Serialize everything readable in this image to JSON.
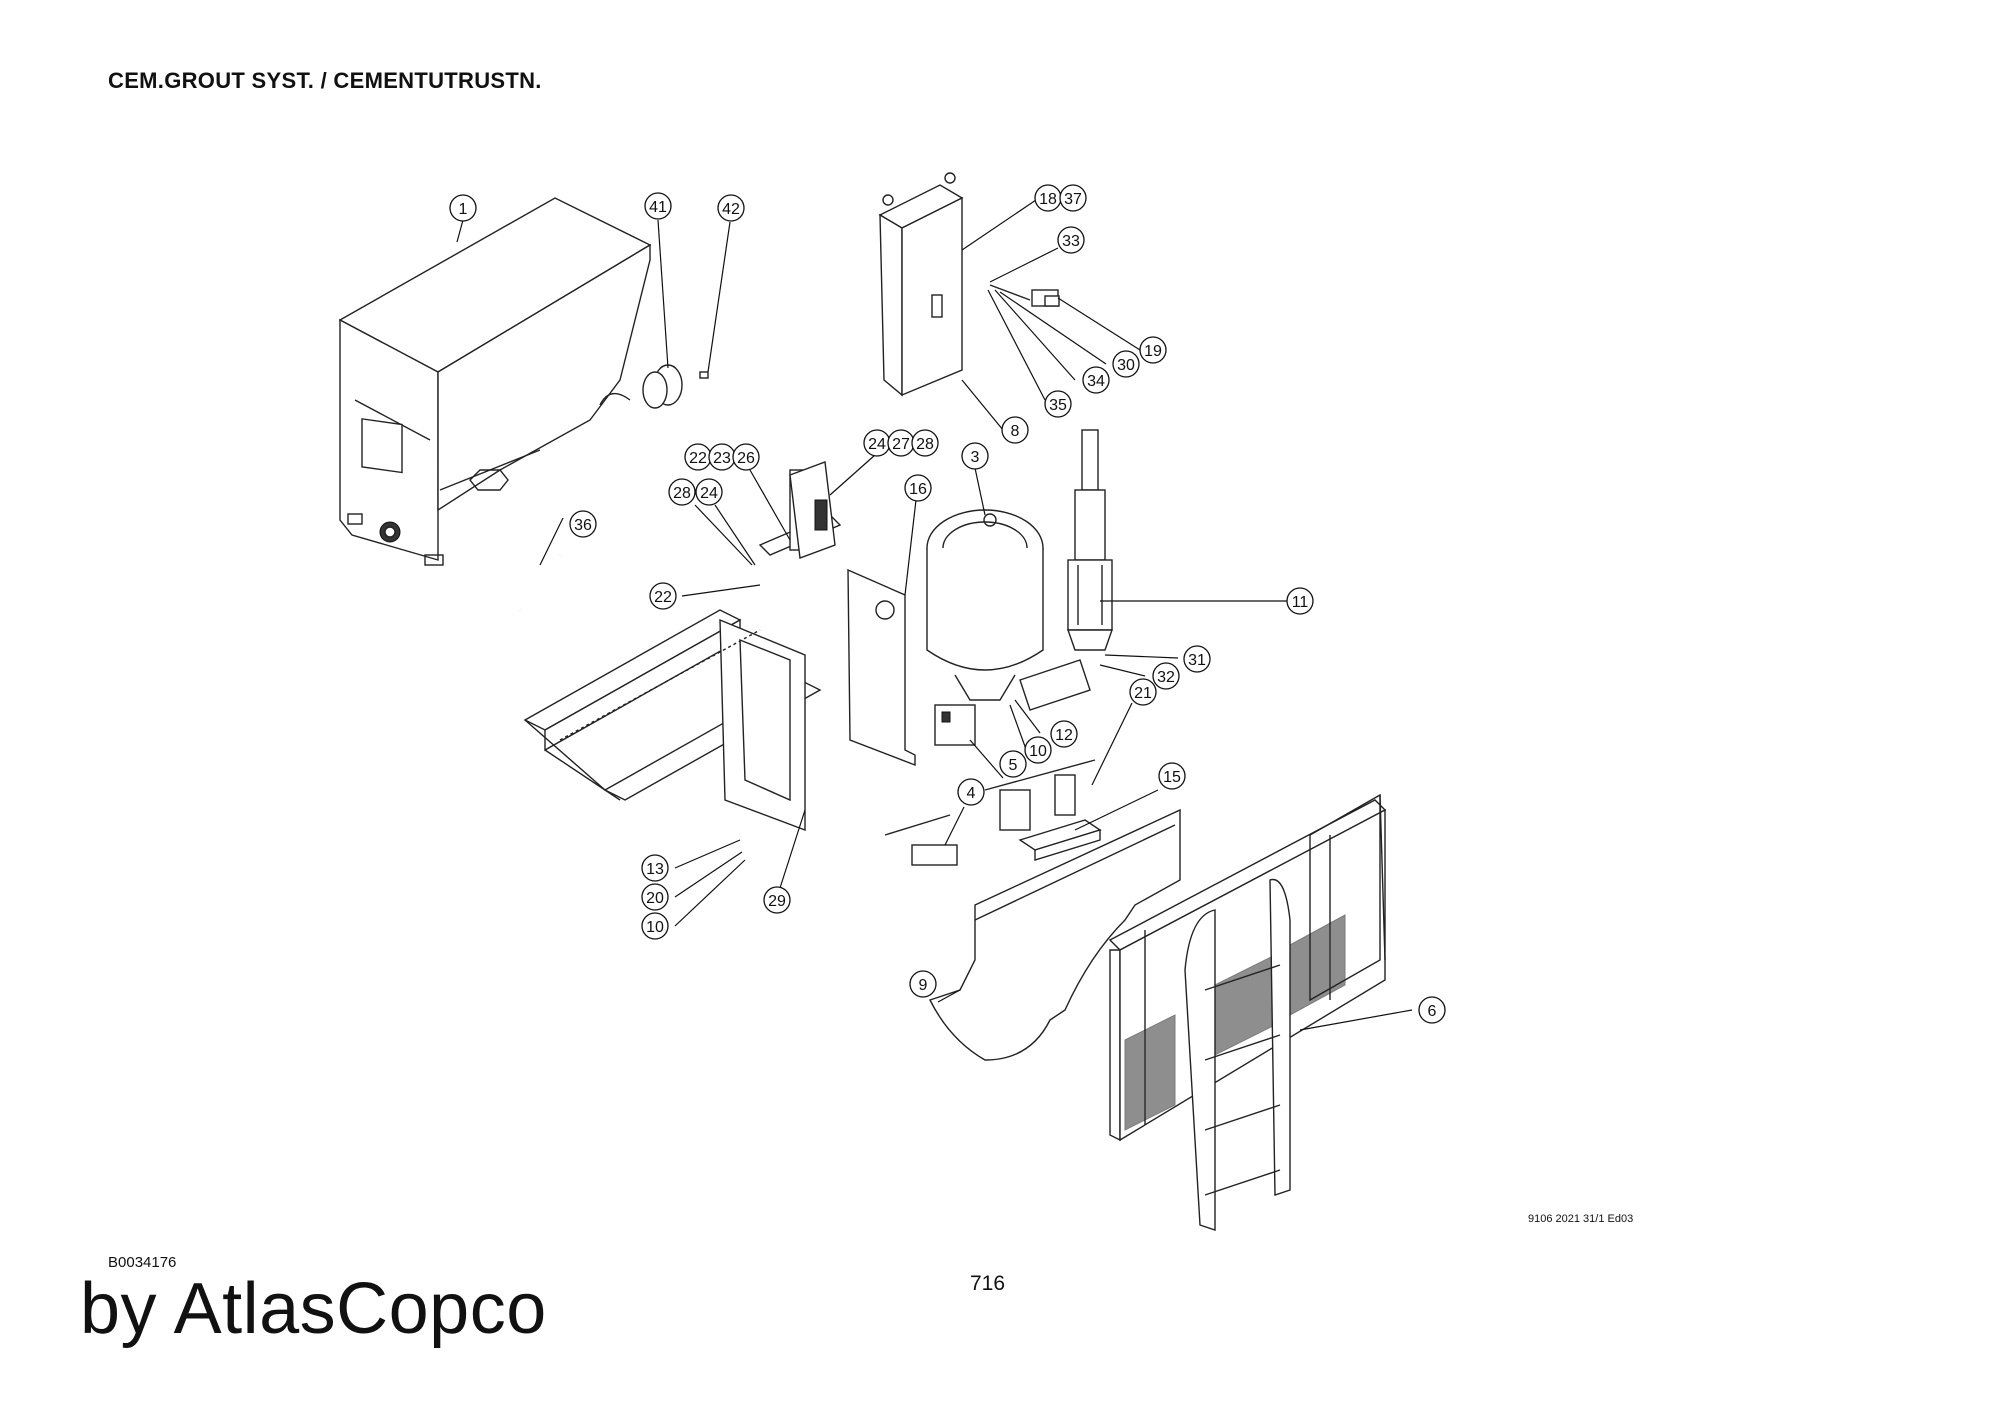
{
  "header": {
    "title": "CEM.GROUT SYST. / CEMENTUTRUSTN."
  },
  "footer": {
    "doc_code": "9106 2021 31/1 Ed03",
    "drawing_number": "B0034176",
    "page_number": "716",
    "brand": "by AtlasCopco"
  },
  "callouts": [
    {
      "label": "1"
    },
    {
      "label": "41"
    },
    {
      "label": "42"
    },
    {
      "label": "18"
    },
    {
      "label": "37"
    },
    {
      "label": "33"
    },
    {
      "label": "19"
    },
    {
      "label": "30"
    },
    {
      "label": "34"
    },
    {
      "label": "35"
    },
    {
      "label": "8"
    },
    {
      "label": "22"
    },
    {
      "label": "23"
    },
    {
      "label": "26"
    },
    {
      "label": "24"
    },
    {
      "label": "27"
    },
    {
      "label": "28"
    },
    {
      "label": "3"
    },
    {
      "label": "16"
    },
    {
      "label": "28"
    },
    {
      "label": "24"
    },
    {
      "label": "36"
    },
    {
      "label": "22"
    },
    {
      "label": "11"
    },
    {
      "label": "31"
    },
    {
      "label": "32"
    },
    {
      "label": "21"
    },
    {
      "label": "12"
    },
    {
      "label": "10"
    },
    {
      "label": "5"
    },
    {
      "label": "4"
    },
    {
      "label": "15"
    },
    {
      "label": "13"
    },
    {
      "label": "20"
    },
    {
      "label": "10"
    },
    {
      "label": "29"
    },
    {
      "label": "9"
    },
    {
      "label": "6"
    }
  ]
}
